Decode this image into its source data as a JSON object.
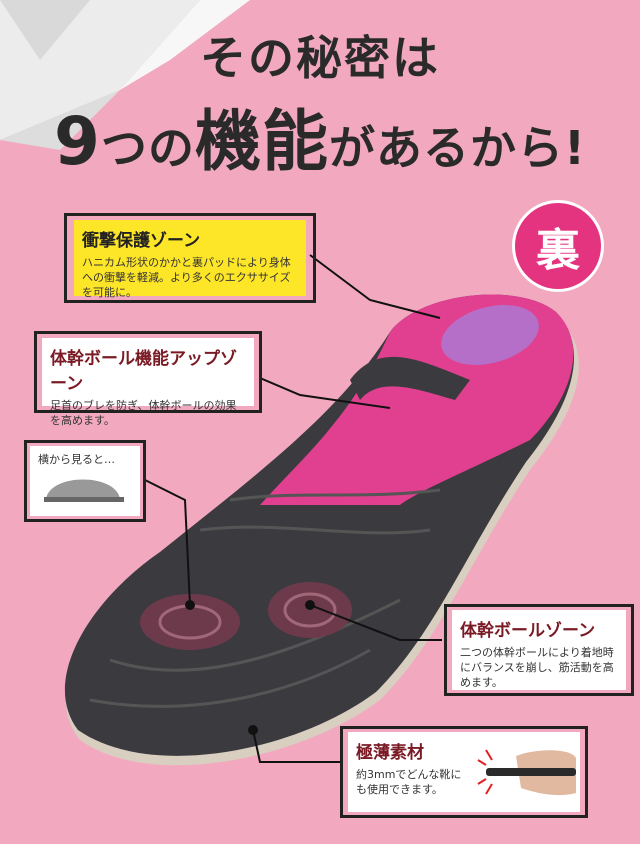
{
  "header": {
    "line1": "その秘密は",
    "line2_a": "9",
    "line2_b": "つの",
    "line2_c": "機能",
    "line2_d": "があるから!"
  },
  "badge": "裏",
  "callouts": [
    {
      "title": "衝撃保護ゾーン",
      "text": "ハニカム形状のかかと裏パッドにより身体への衝撃を軽減。より多くのエクササイズを可能に。"
    },
    {
      "title": "体幹ボール機能アップゾーン",
      "text": "足首のブレを防ぎ、体幹ボールの効果を高めます。"
    },
    {
      "title": "",
      "text": "横から見ると…"
    },
    {
      "title": "体幹ボールゾーン",
      "text": "二つの体幹ボールにより着地時にバランスを崩し、筋活動を高めます。"
    },
    {
      "title": "極薄素材",
      "text": "約3mmでどんな靴にも使用できます。"
    }
  ],
  "colors": {
    "background": "#f2a9c0",
    "accent": "#e5347f",
    "highlight": "#fde528",
    "title_red": "#7a1a24"
  }
}
